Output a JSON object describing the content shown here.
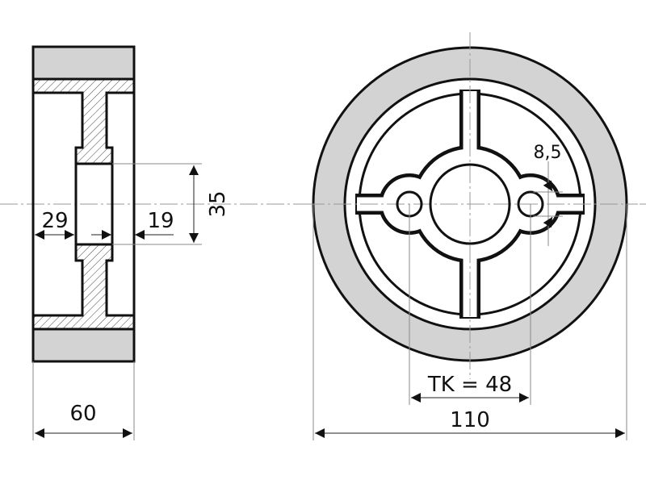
{
  "drawing": {
    "side_view": {
      "width_dim": "60",
      "hub_offset_dim": "29",
      "hub_width_dim": "19",
      "bore_dim": "35"
    },
    "front_view": {
      "outer_diameter_dim": "110",
      "bolt_circle_dim": "TK = 48",
      "hole_dim": "8,5"
    },
    "colors": {
      "tread": "#d3d3d3",
      "line": "#111111",
      "hatch": "#444444"
    }
  }
}
